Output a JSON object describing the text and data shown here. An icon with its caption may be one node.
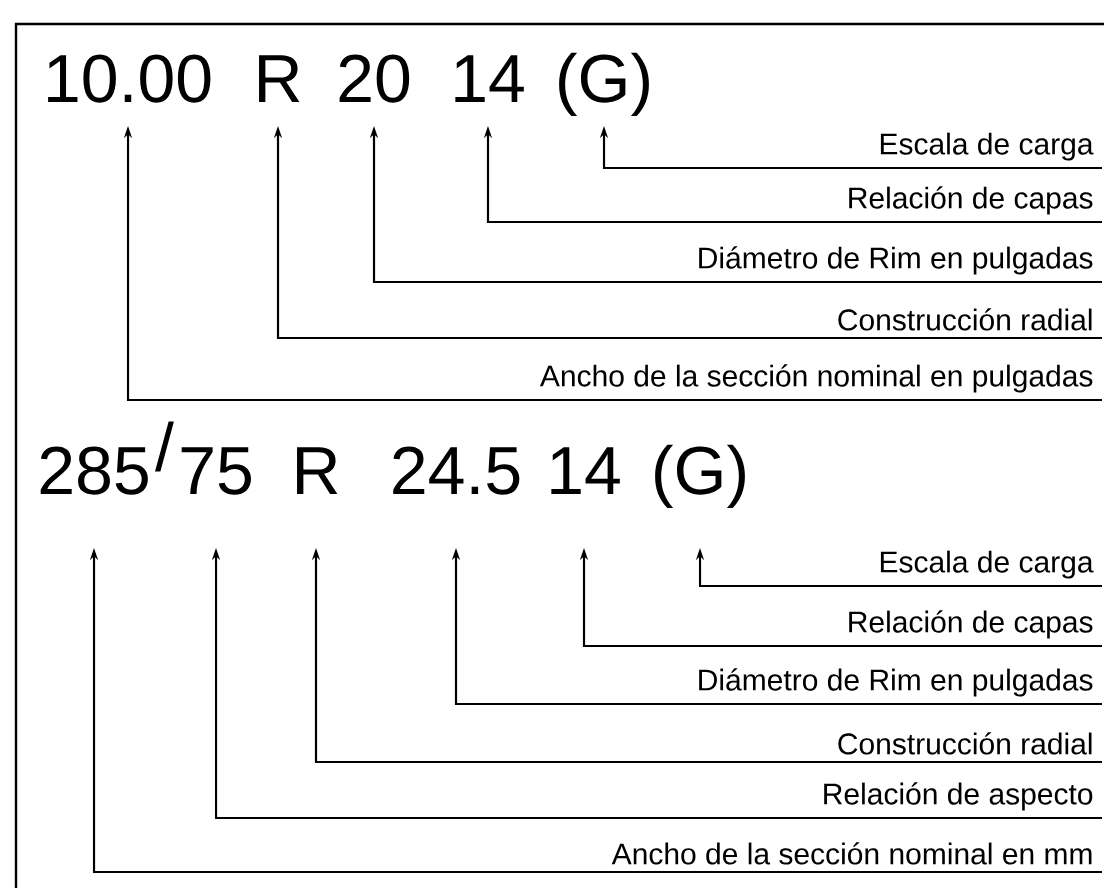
{
  "diagram": {
    "nodes": [
      {
        "text": [
          "10.00"
        ]
      },
      {
        "text": [
          "R"
        ]
      },
      {
        "text": [
          "20"
        ]
      },
      {
        "text": [
          "14"
        ]
      },
      {
        "text": [
          "(G)"
        ]
      },
      {
        "text": [
          "Escala de carga"
        ]
      },
      {
        "text": [
          "Relación de capas"
        ]
      },
      {
        "text": [
          "Diámetro de Rim en pulgadas"
        ]
      },
      {
        "text": [
          "Construcción radial"
        ]
      },
      {
        "text": [
          "Ancho de la sección nominal en pulgadas"
        ]
      },
      {
        "text": [
          "285"
        ]
      },
      {
        "text": [
          "75"
        ]
      },
      {
        "text": [
          "R"
        ]
      },
      {
        "text": [
          "24.5"
        ]
      },
      {
        "text": [
          "14"
        ]
      },
      {
        "text": [
          "(G)"
        ]
      },
      {
        "text": [
          "Escala de carga"
        ]
      },
      {
        "text": [
          "Relación de capas"
        ]
      },
      {
        "text": [
          "Diámetro de Rim en pulgadas"
        ]
      },
      {
        "text": [
          "Construcción radial"
        ]
      },
      {
        "text": [
          "Relación de aspecto"
        ]
      },
      {
        "text": [
          "Ancho de la sección nominal en mm"
        ]
      }
    ],
    "edges": [
      {
        "from": 5,
        "to": 4,
        "arrow": "to"
      },
      {
        "from": 6,
        "to": 3,
        "arrow": "to"
      },
      {
        "from": 7,
        "to": 2,
        "arrow": "to"
      },
      {
        "from": 8,
        "to": 1,
        "arrow": "to"
      },
      {
        "from": 9,
        "to": 0,
        "arrow": "to"
      },
      {
        "from": 16,
        "to": 15,
        "arrow": "to"
      },
      {
        "from": 17,
        "to": 14,
        "arrow": "to"
      },
      {
        "from": 18,
        "to": 13,
        "arrow": "to"
      },
      {
        "from": 19,
        "to": 12,
        "arrow": "to"
      },
      {
        "from": 20,
        "to": 11,
        "arrow": "to"
      },
      {
        "from": 21,
        "to": 10,
        "arrow": "to"
      }
    ],
    "labels": [
      "/"
    ]
  }
}
